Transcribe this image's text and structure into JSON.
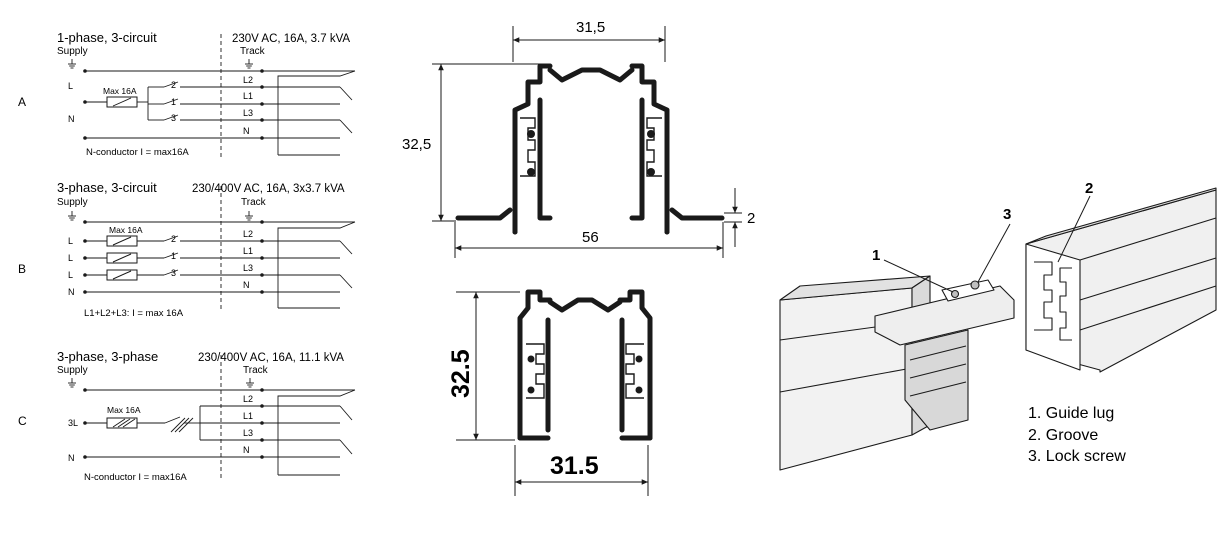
{
  "wiring": {
    "rows": [
      {
        "row_label": "A",
        "title": "1-phase, 3-circuit",
        "spec": "230V AC, 16A, 3.7 kVA",
        "supply_label": "Supply",
        "track_label": "Track",
        "supply_lines": [
          "L",
          "N"
        ],
        "fuse_label": "Max 16A",
        "switch_numbers": [
          "2",
          "1",
          "3"
        ],
        "track_lines": [
          "L2",
          "L1",
          "L3",
          "N"
        ],
        "note": "N-conductor I = max16A"
      },
      {
        "row_label": "B",
        "title": "3-phase, 3-circuit",
        "spec": "230/400V AC, 16A, 3x3.7 kVA",
        "supply_label": "Supply",
        "track_label": "Track",
        "supply_lines": [
          "L",
          "L",
          "L",
          "N"
        ],
        "fuse_label": "Max 16A",
        "switch_numbers": [
          "2",
          "1",
          "3"
        ],
        "track_lines": [
          "L2",
          "L1",
          "L3",
          "N"
        ],
        "note": "L1+L2+L3: I = max 16A"
      },
      {
        "row_label": "C",
        "title": "3-phase, 3-phase",
        "spec": "230/400V AC, 16A, 11.1 kVA",
        "supply_label": "Supply",
        "track_label": "Track",
        "supply_lines": [
          "3L",
          "N"
        ],
        "fuse_label": "Max 16A",
        "switch_numbers": [],
        "track_lines": [
          "L2",
          "L1",
          "L3",
          "N"
        ],
        "note": "N-conductor I = max16A"
      }
    ]
  },
  "profile_top": {
    "width_top": "31,5",
    "height": "32,5",
    "width_base": "56",
    "flange": "2"
  },
  "profile_bottom": {
    "height": "32.5",
    "width": "31.5"
  },
  "connector": {
    "callout_1": "1",
    "callout_2": "2",
    "callout_3": "3",
    "legend": [
      "1. Guide lug",
      "2. Groove",
      "3. Lock screw"
    ]
  },
  "colors": {
    "ink": "#1a1a1a",
    "profile": "#2b2b2b",
    "track_fill": "#f2f2f2"
  }
}
